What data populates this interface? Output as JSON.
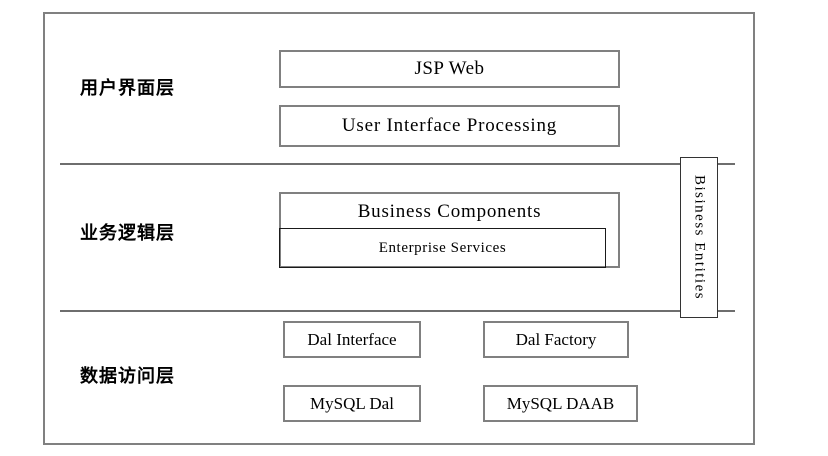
{
  "diagram": {
    "title": "Three-Tier Architecture Diagram",
    "frame_color": "#808080",
    "divider_color": "#6e6e6e",
    "text_color": "#000000",
    "background": "#ffffff"
  },
  "layers": [
    {
      "id": "presentation",
      "label": "用户界面层",
      "boxes": [
        {
          "id": "jsp-web",
          "label": "JSP Web"
        },
        {
          "id": "user-interface-processing",
          "label": "User  Interface  Processing"
        }
      ]
    },
    {
      "id": "business",
      "label": "业务逻辑层",
      "boxes": [
        {
          "id": "business-components",
          "label": "Business   Components"
        },
        {
          "id": "enterprise-services",
          "label": "Enterprise Services"
        }
      ]
    },
    {
      "id": "data-access",
      "label": "数据访问层",
      "boxes": [
        {
          "id": "dal-interface",
          "label": "Dal Interface"
        },
        {
          "id": "dal-factory",
          "label": "Dal Factory"
        },
        {
          "id": "mysql-dal",
          "label": "MySQL Dal"
        },
        {
          "id": "mysql-daab",
          "label": "MySQL DAAB"
        }
      ]
    }
  ],
  "side_component": {
    "id": "business-entities",
    "label": "Bisiness Entities",
    "orientation": "vertical"
  }
}
